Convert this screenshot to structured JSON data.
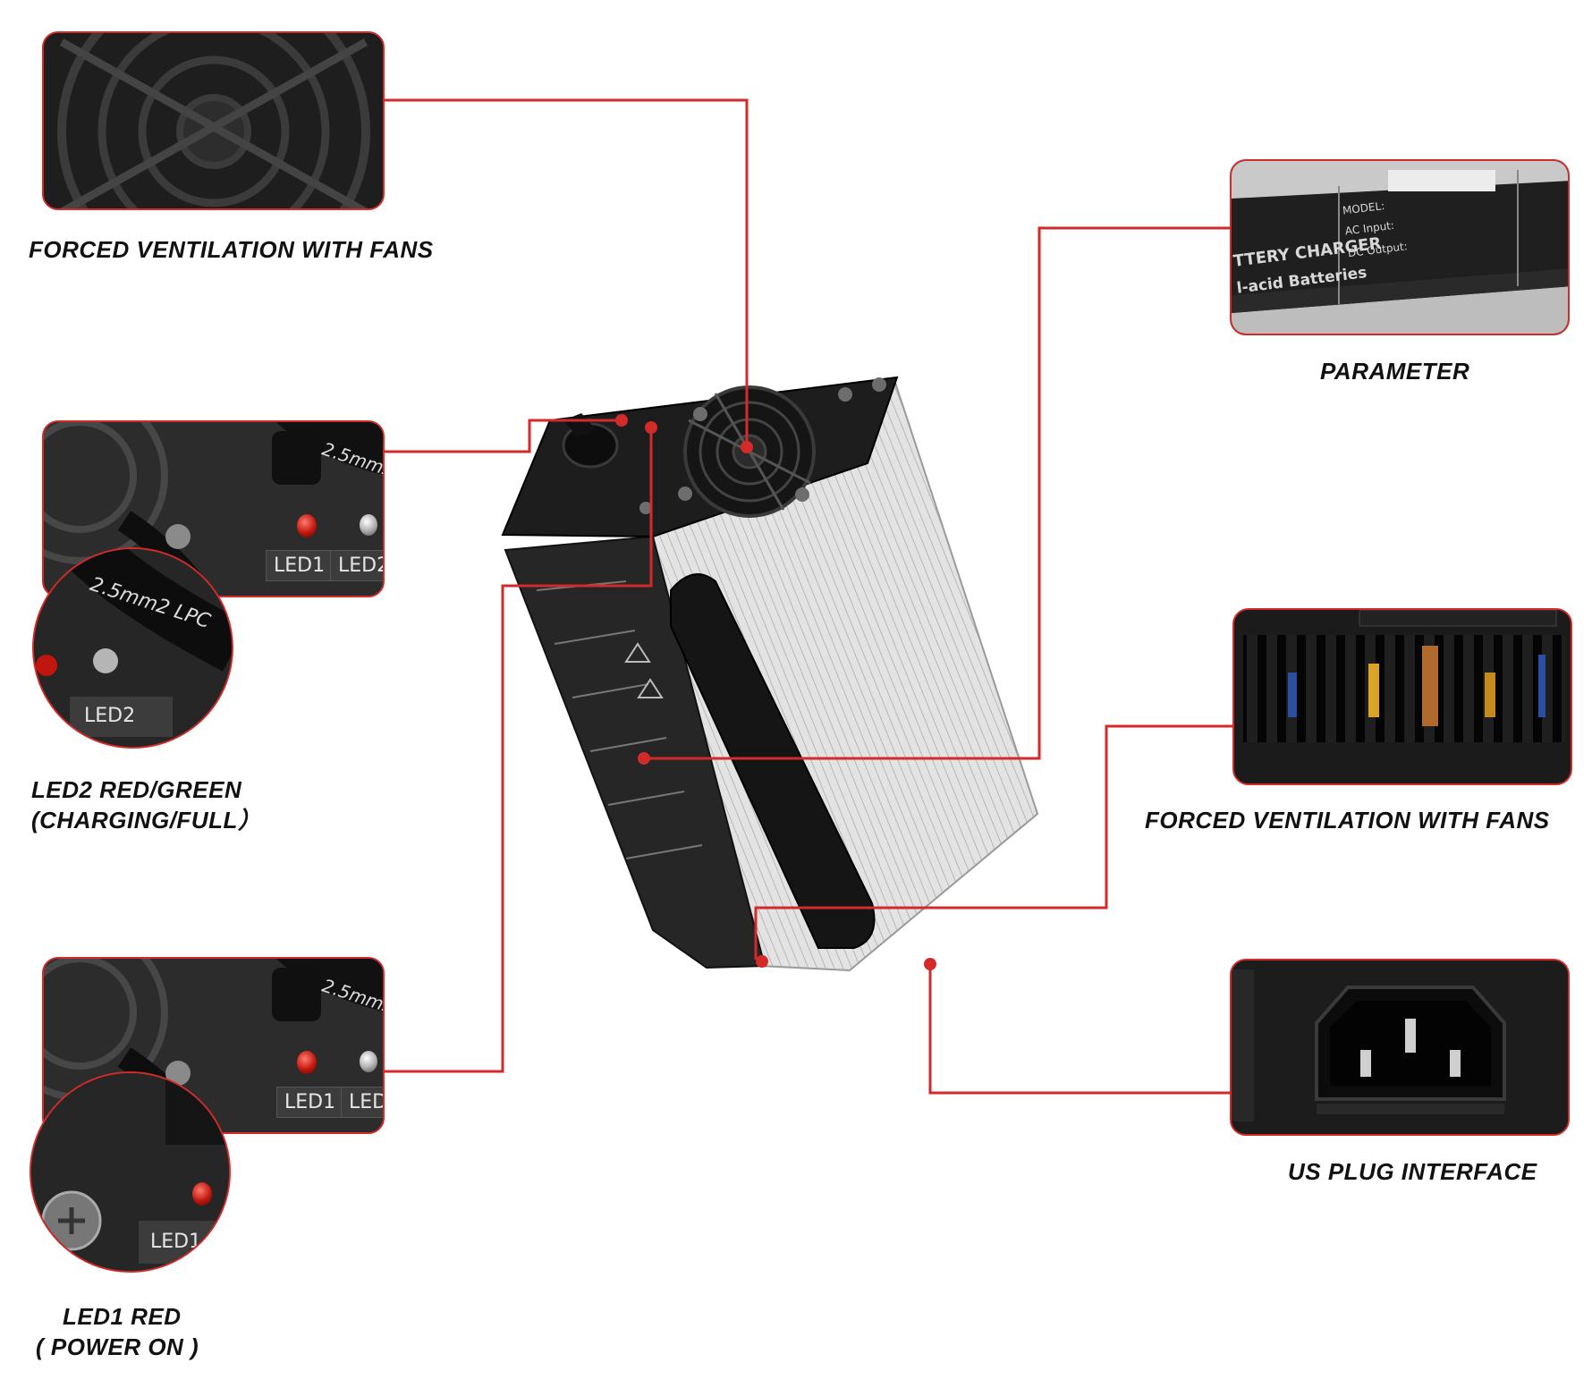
{
  "colors": {
    "accent": "#d32a2a",
    "panel_dark": "#2b2b2b",
    "aluminium": "#d9d9d9"
  },
  "callouts": {
    "fan_top_left": {
      "caption": "FORCED VENTILATION WITH FANS"
    },
    "led2": {
      "caption_line1": "LED2 RED/GREEN",
      "caption_line2": "(CHARGING/FULL）"
    },
    "led1": {
      "caption_line1": "LED1 RED",
      "caption_line2": "( POWER ON )"
    },
    "parameter": {
      "caption": "PARAMETER"
    },
    "fan_right": {
      "caption": "FORCED VENTILATION WITH FANS"
    },
    "us_plug": {
      "caption": "US PLUG INTERFACE"
    }
  },
  "closeups": {
    "led_label_1": "LED1",
    "led_label_2": "LED2",
    "wire_marking": "2.5mm2",
    "wire_marking_circle": "2.5mm2  LPC",
    "parameter_label_lines": [
      "TTERY CHARGER",
      "l-acid Batteries",
      "MODEL:",
      "AC Input:",
      "DC Output:"
    ]
  }
}
